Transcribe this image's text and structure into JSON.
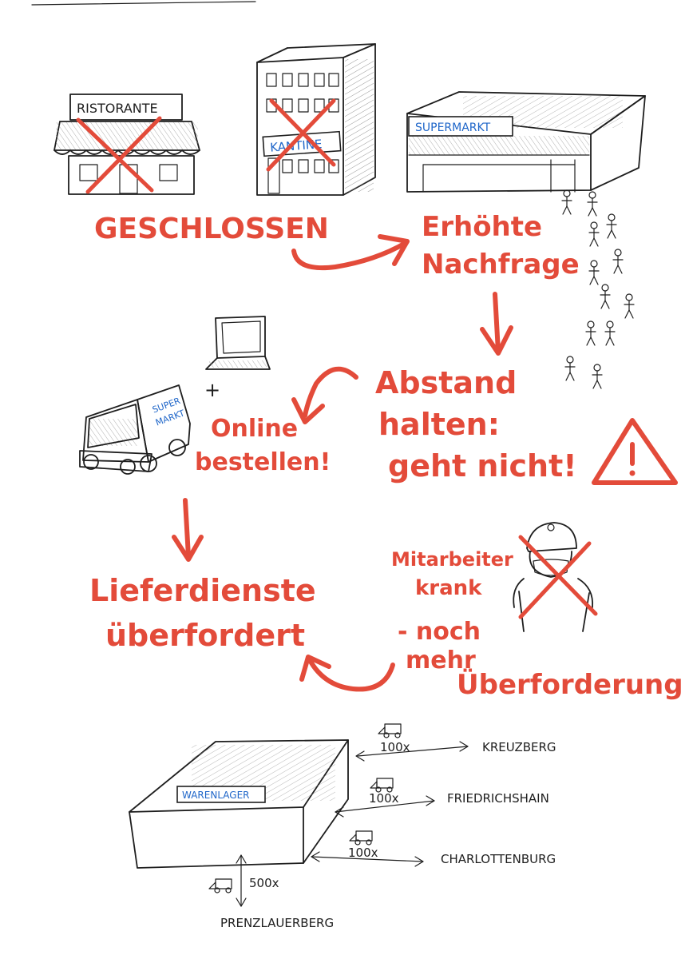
{
  "colors": {
    "ink": "#1e1e1e",
    "red": "#e34b3a",
    "blue": "#1f66c9"
  },
  "buildings": {
    "restaurant": "RISTORANTE",
    "canteen": "KANTINE",
    "supermarket": "SUPERMARKT",
    "truck_line1": "SUPER",
    "truck_line2": "MARKT",
    "warehouse": "WARENLAGER"
  },
  "flow": {
    "closed": "GESCHLOSSEN",
    "demand_line1": "Erhöhte",
    "demand_line2": "Nachfrage",
    "distance_line1": "Abstand",
    "distance_line2": "halten:",
    "distance_line3": "geht nicht!",
    "order_line1": "Online",
    "order_line2": "bestellen!",
    "delivery_line1": "Lieferdienste",
    "delivery_line2": "überfordert",
    "staff_line1": "Mitarbeiter",
    "staff_line2": "krank",
    "staff_line3": "- noch",
    "staff_line4": "mehr",
    "staff_line5": "Überforderung",
    "plus": "+"
  },
  "routes": [
    {
      "count": "100x",
      "district": "KREUZBERG"
    },
    {
      "count": "100x",
      "district": "FRIEDRICHSHAIN"
    },
    {
      "count": "100x",
      "district": "CHARLOTTENBURG"
    },
    {
      "count": "500x",
      "district": "PRENZLAUERBERG"
    }
  ],
  "icons": [
    "cross-icon",
    "warning-icon",
    "laptop-icon",
    "truck-icon",
    "person-icon",
    "arrow-icon"
  ]
}
